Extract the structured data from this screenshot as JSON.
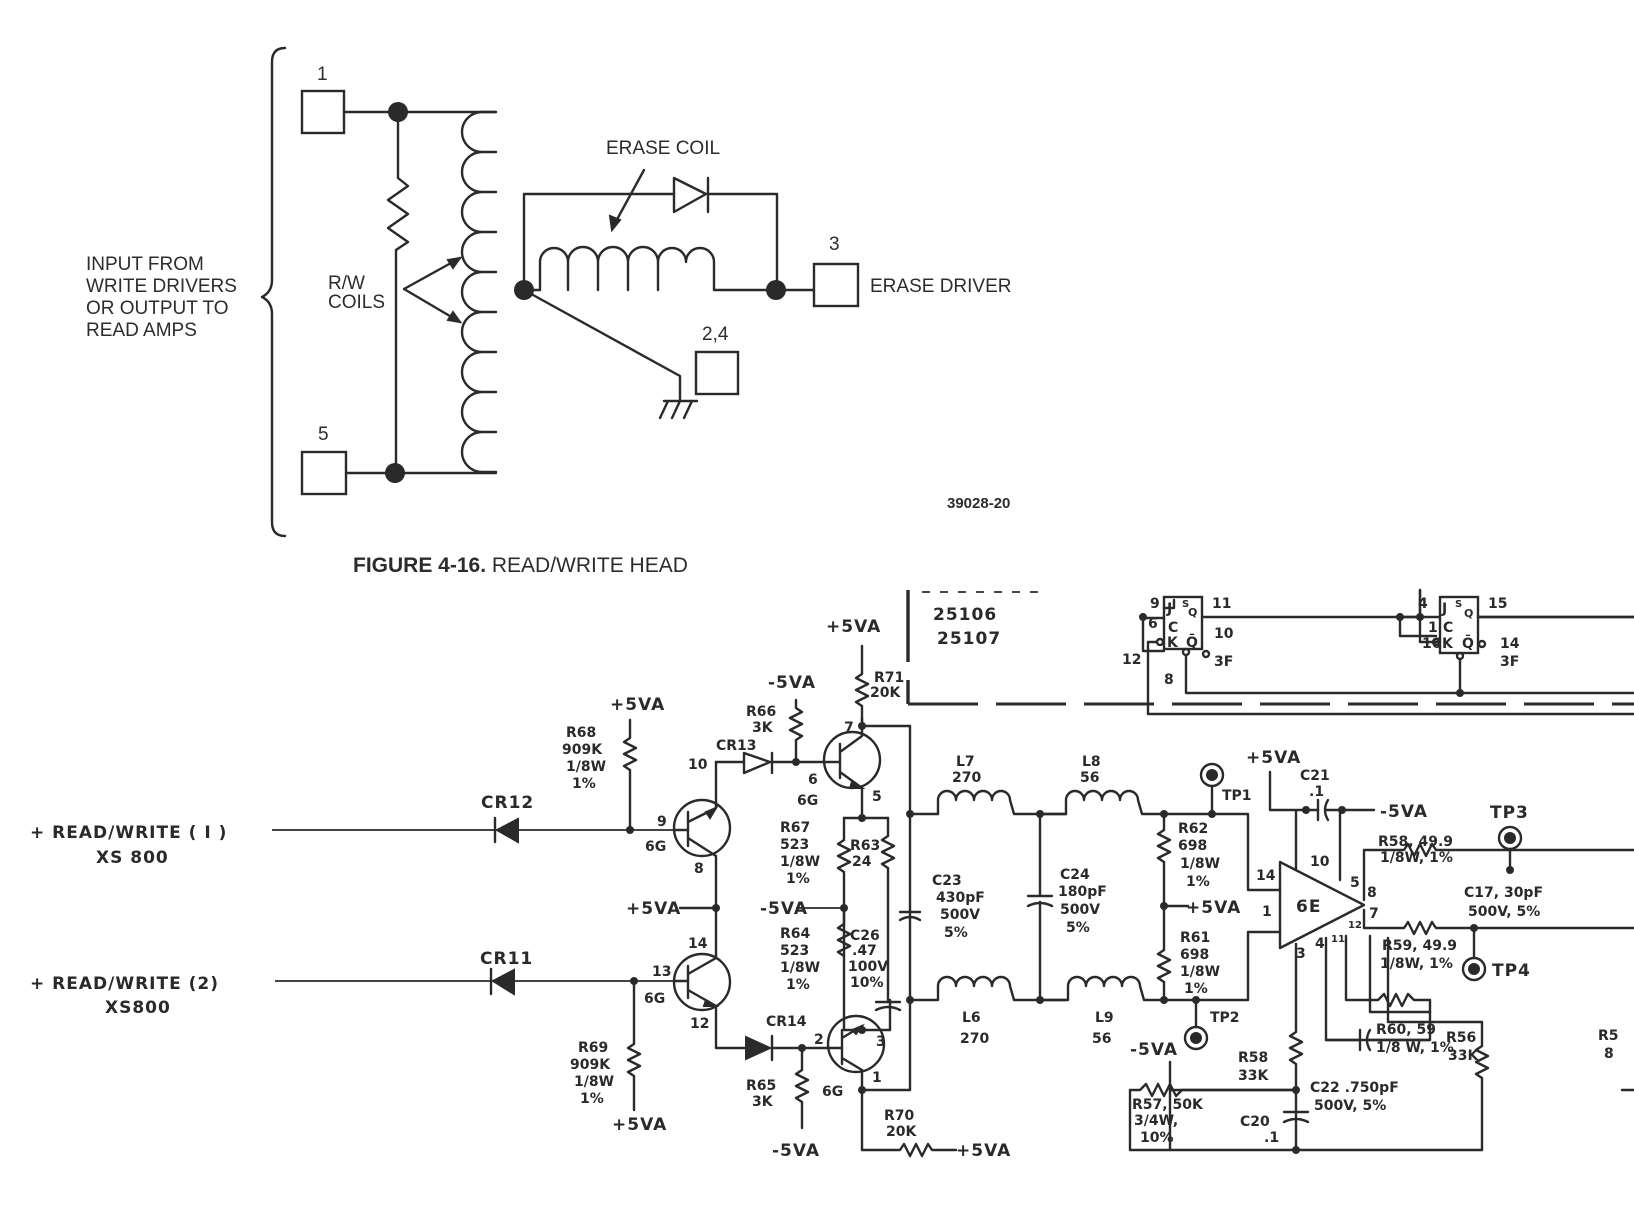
{
  "figure_top": {
    "caption_bold": "FIGURE 4-16.",
    "caption_rest": " READ/WRITE HEAD",
    "drawing_number": "39028-20",
    "side_label": [
      "INPUT FROM",
      "WRITE DRIVERS",
      "OR OUTPUT TO",
      "READ AMPS"
    ],
    "rw_coils_label": [
      "R/W",
      "COILS"
    ],
    "erase_coil_label": "ERASE COIL",
    "erase_driver_label": "ERASE DRIVER",
    "pins": {
      "p1": "1",
      "p5": "5",
      "p3": "3",
      "p24": "2,4"
    }
  },
  "schematic": {
    "inputs": [
      {
        "line1": "+  READ/WRITE ( I )",
        "line2": "XS 800"
      },
      {
        "line1": "+  READ/WRITE (2)",
        "line2": "XS800"
      }
    ],
    "diodes": {
      "cr12": "CR12",
      "cr11": "CR11",
      "cr13": "CR13",
      "cr14": "CR14"
    },
    "resistors": {
      "r68": [
        "R68",
        "909K",
        "1/8W",
        "1%"
      ],
      "r69": [
        "R69",
        "909K",
        "1/8W",
        "1%"
      ],
      "r66": [
        "R66",
        "3K"
      ],
      "r65": [
        "R65",
        "3K"
      ],
      "r71": [
        "R71",
        "20K"
      ],
      "r70": [
        "R70",
        "20K"
      ],
      "r67": [
        "R67",
        "523",
        "1/8W",
        "1%"
      ],
      "r63": [
        "R63",
        "24"
      ],
      "r64": [
        "R64",
        "523",
        "1/8W",
        "1%"
      ],
      "r62": [
        "R62",
        "698",
        "1/8W",
        "1%"
      ],
      "r61": [
        "R61",
        "698",
        "1/8W",
        "1%"
      ],
      "r58a": [
        "R58, 49.9",
        "1/8W, 1%"
      ],
      "r59": [
        "R59, 49.9",
        "1/8W, 1%"
      ],
      "r60": [
        "R60, 59",
        "1/8 W, 1%"
      ],
      "r58b": [
        "R58",
        "33K"
      ],
      "r56": [
        "R56",
        "33K"
      ],
      "r57": [
        "R57, 50K",
        "3/4W,",
        "10%"
      ],
      "r5x": [
        "R5",
        "8"
      ]
    },
    "capacitors": {
      "c26": [
        "C26",
        ".47",
        "100V",
        "10%"
      ],
      "c23": [
        "C23",
        "430pF",
        "500V",
        "5%"
      ],
      "c24": [
        "C24",
        "180pF",
        "500V",
        "5%"
      ],
      "c21": [
        "C21",
        ".1"
      ],
      "c17": [
        "C17, 30pF",
        "500V, 5%"
      ],
      "c22": [
        "C22 .750pF",
        "500V, 5%"
      ],
      "c20": [
        "C20",
        ".1"
      ]
    },
    "inductors": {
      "l7": [
        "L7",
        "270"
      ],
      "l8": [
        "L8",
        "56"
      ],
      "l6": [
        "L6",
        "270"
      ],
      "l9": [
        "L9",
        "56"
      ]
    },
    "test_points": {
      "tp1": "TP1",
      "tp2": "TP2",
      "tp3": "TP3",
      "tp4": "TP4"
    },
    "rails": {
      "pos": "+5VA",
      "neg": "-5VA"
    },
    "transistor_labels": {
      "loc": "6G"
    },
    "amp_label": "6E",
    "part_numbers": [
      "25106",
      "25107"
    ],
    "flipflop_loc": "3F",
    "pin_numbers": {
      "q9": "9",
      "q10": "10",
      "q8": "8",
      "q14": "14",
      "q13": "13",
      "q12": "12",
      "q7": "7",
      "q6": "6",
      "q5": "5",
      "q3": "3",
      "q2": "2",
      "q1": "1",
      "a14": "14",
      "a1": "1",
      "a10": "10",
      "a5": "5",
      "a8": "8",
      "a7": "7",
      "a3": "3",
      "a4": "4",
      "a11": "11",
      "a12": "12",
      "f9": "9",
      "f6": "6",
      "f12": "12",
      "f11": "11",
      "f10": "10",
      "f8": "8",
      "g4": "4",
      "g1": "1",
      "g16": "16",
      "g15": "15",
      "g14": "14"
    }
  }
}
